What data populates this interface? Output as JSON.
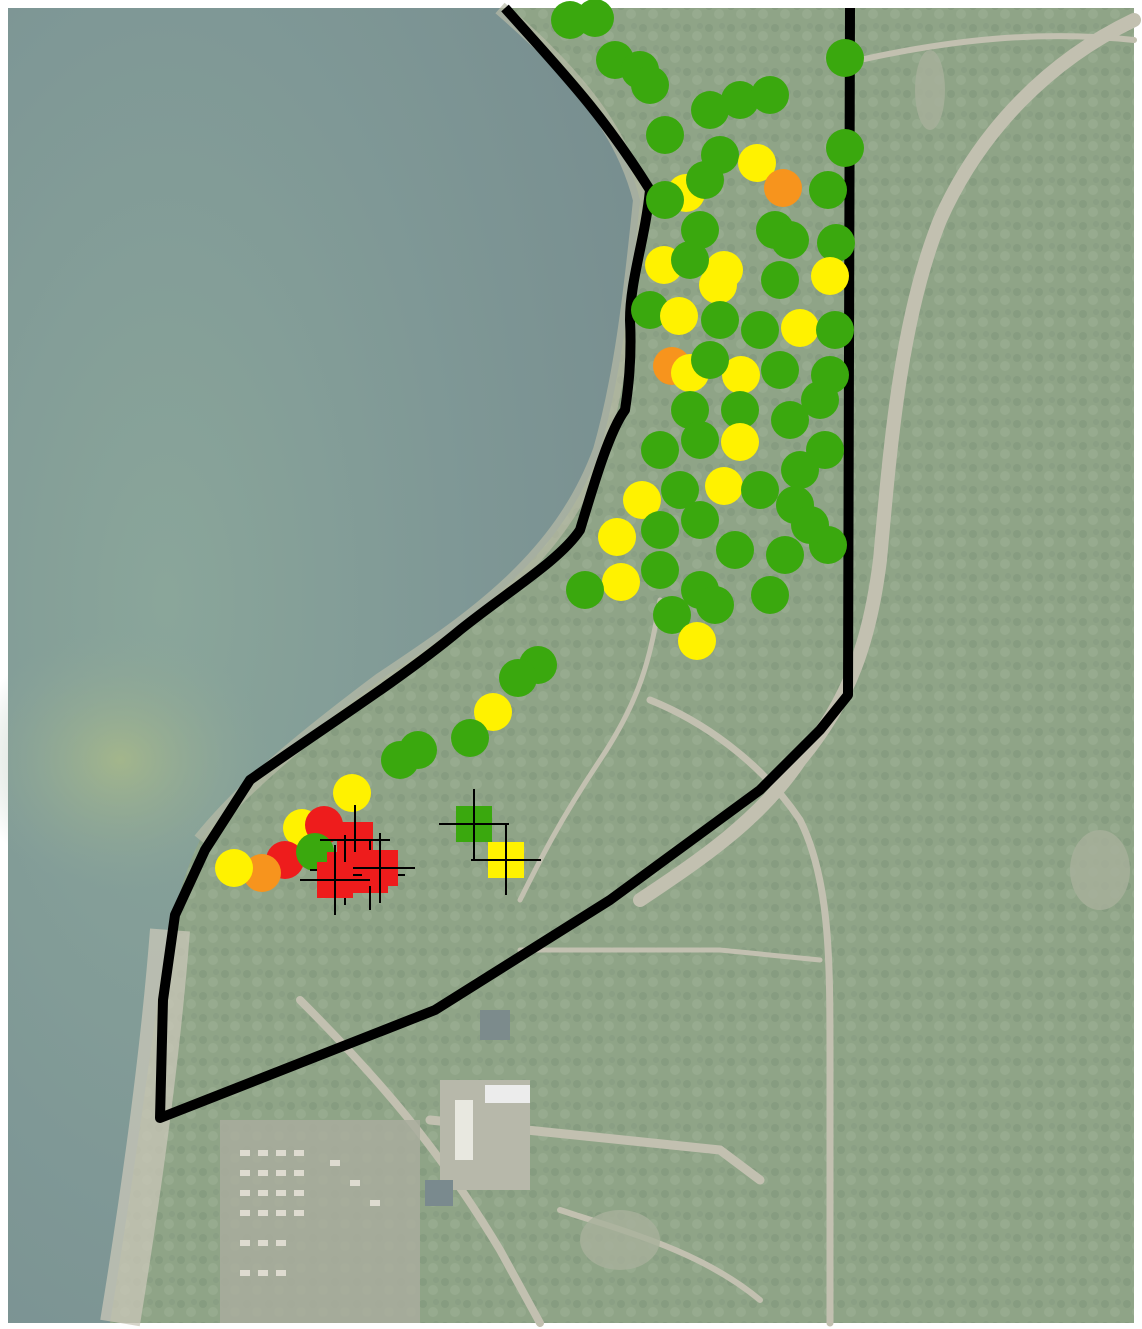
{
  "map": {
    "type": "satellite-point-map",
    "imagery": "aerial",
    "boundary": {
      "line_color": "#000000"
    },
    "legend": {
      "colors": {
        "green": "#3aa80e",
        "yellow": "#fff200",
        "orange": "#f7941d",
        "red": "#ee1c1c"
      }
    },
    "symbols": {
      "circle_markers": "survey-points",
      "square_cross_markers": "survey-points-alt"
    },
    "counts": {
      "circles_shown": "many",
      "squares_shown": "many"
    }
  }
}
